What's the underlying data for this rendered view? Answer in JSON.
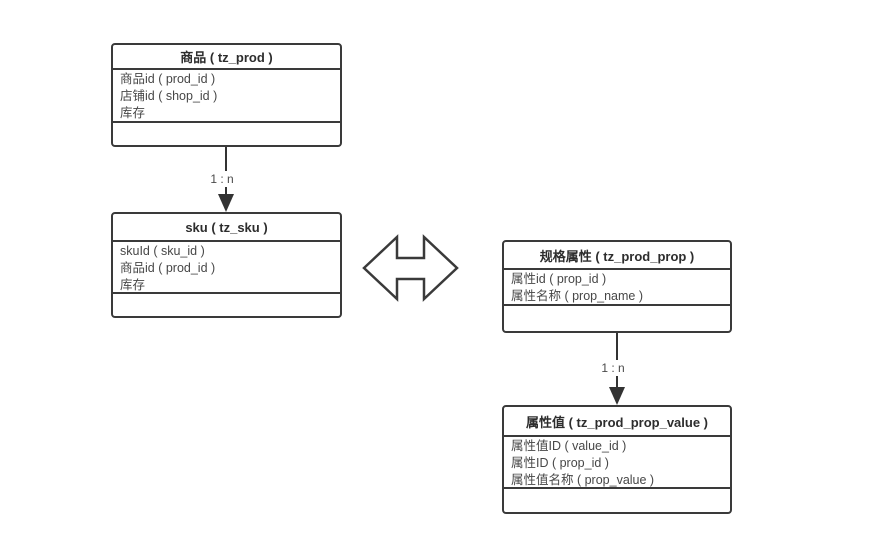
{
  "diagram": {
    "background_color": "#ffffff",
    "line_color": "#3a3a3a",
    "header_text_color": "#2d2d2d",
    "row_text_color": "#474747",
    "tables": [
      {
        "title": "商品 ( tz_prod )",
        "rows": [
          "商品id ( prod_id )",
          "店铺id ( shop_id )",
          "库存"
        ]
      },
      {
        "title": "sku ( tz_sku )",
        "rows": [
          "skuId ( sku_id )",
          "商品id ( prod_id )",
          "库存"
        ]
      },
      {
        "title": "规格属性 ( tz_prod_prop )",
        "rows": [
          "属性id ( prop_id )",
          "属性名称 ( prop_name )"
        ]
      },
      {
        "title": "属性值 ( tz_prod_prop_value )",
        "rows": [
          "属性值ID ( value_id )",
          "属性ID ( prop_id )",
          "属性值名称 ( prop_value )"
        ]
      }
    ],
    "connectors": [
      {
        "label": "1 : n"
      },
      {
        "label": "1 : n"
      }
    ]
  }
}
